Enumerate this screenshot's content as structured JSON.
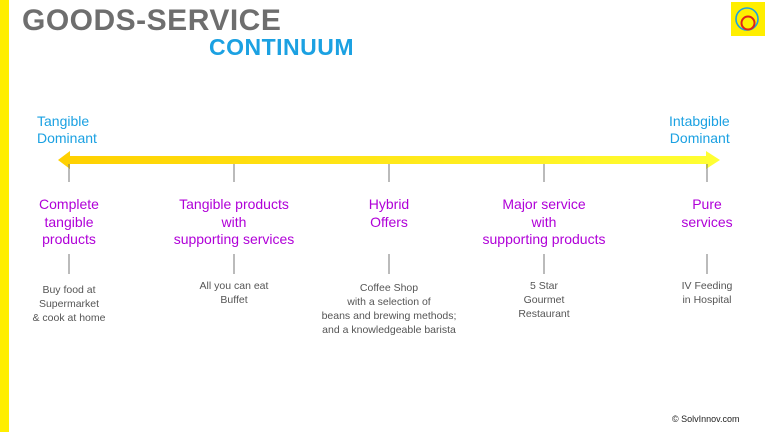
{
  "title": {
    "line1": "GOODS-SERVICE",
    "line2": "CONTINUUM"
  },
  "scale": {
    "left": [
      "Tangible",
      "Dominant"
    ],
    "right": [
      "Intabgible",
      "Dominant"
    ]
  },
  "categories": [
    {
      "label": [
        "Complete",
        "tangible",
        "products"
      ],
      "example": [
        "Buy food at",
        "Supermarket",
        "& cook at home"
      ]
    },
    {
      "label": [
        "Tangible products",
        "with",
        "supporting services"
      ],
      "example": [
        "All you can eat",
        "Buffet"
      ]
    },
    {
      "label": [
        "Hybrid",
        "Offers"
      ],
      "example": [
        "Coffee Shop",
        "with a selection of",
        "beans and brewing methods;",
        "and a knowledgeable barista"
      ]
    },
    {
      "label": [
        "Major service",
        "with",
        "supporting products"
      ],
      "example": [
        "5 Star",
        "Gourmet",
        "Restaurant"
      ]
    },
    {
      "label": [
        "Pure",
        "services"
      ],
      "example": [
        "IV Feeding",
        "in Hospital"
      ]
    }
  ],
  "copyright": "© SolvInnov.com",
  "colors": {
    "title": "#6e6e6e",
    "accent": "#1ba1e2",
    "category": "#b000d8",
    "arrow_start": "#ffd000",
    "arrow_end": "#ffff33",
    "brand_yellow": "#ffee00"
  },
  "icons": {
    "logo": "solvinnov-circles-logo"
  }
}
